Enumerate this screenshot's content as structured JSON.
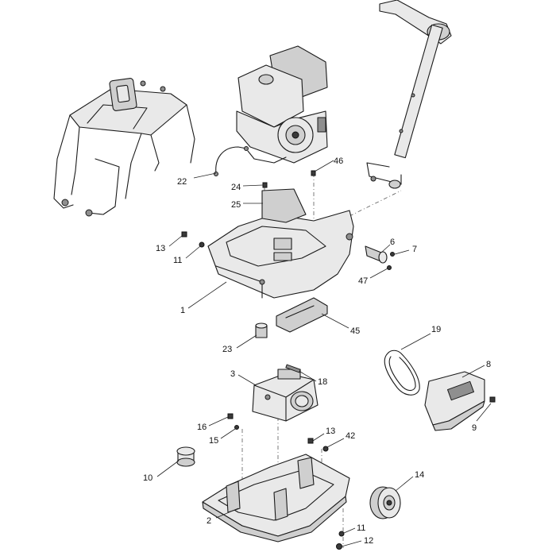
{
  "diagram": {
    "callouts": [
      {
        "id": "c22",
        "label": "22"
      },
      {
        "id": "c24",
        "label": "24"
      },
      {
        "id": "c25",
        "label": "25"
      },
      {
        "id": "c46",
        "label": "46"
      },
      {
        "id": "c13a",
        "label": "13"
      },
      {
        "id": "c11a",
        "label": "11"
      },
      {
        "id": "c1",
        "label": "1"
      },
      {
        "id": "c6",
        "label": "6"
      },
      {
        "id": "c7",
        "label": "7"
      },
      {
        "id": "c47",
        "label": "47"
      },
      {
        "id": "c45",
        "label": "45"
      },
      {
        "id": "c23",
        "label": "23"
      },
      {
        "id": "c19",
        "label": "19"
      },
      {
        "id": "c3",
        "label": "3"
      },
      {
        "id": "c18",
        "label": "18"
      },
      {
        "id": "c8",
        "label": "8"
      },
      {
        "id": "c9",
        "label": "9"
      },
      {
        "id": "c16",
        "label": "16"
      },
      {
        "id": "c15",
        "label": "15"
      },
      {
        "id": "c13b",
        "label": "13"
      },
      {
        "id": "c42",
        "label": "42"
      },
      {
        "id": "c10",
        "label": "10"
      },
      {
        "id": "c14",
        "label": "14"
      },
      {
        "id": "c2",
        "label": "2"
      },
      {
        "id": "c11b",
        "label": "11"
      },
      {
        "id": "c12",
        "label": "12"
      }
    ]
  }
}
